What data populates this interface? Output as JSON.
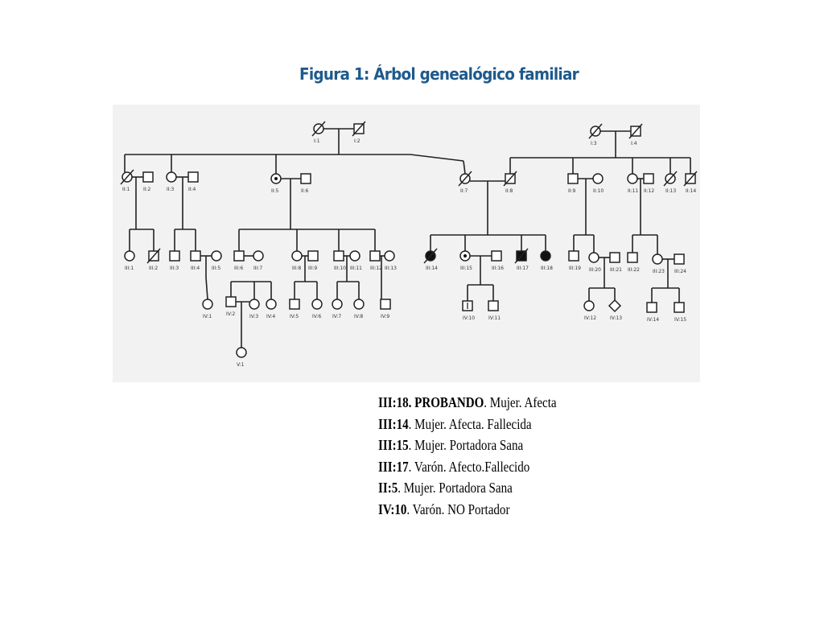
{
  "title": "Figura 1: Árbol genealógico familiar",
  "colors": {
    "title": "#1e5a8c",
    "lines": "#222222",
    "panel": "#f2f2f2"
  },
  "pedigree": {
    "labels": {
      "I1": "I:1",
      "I2": "I:2",
      "I3": "I:3",
      "I4": "I:4",
      "II1": "II:1",
      "II2": "II:2",
      "II3": "II:3",
      "II4": "II:4",
      "II5": "II:5",
      "II6": "II:6",
      "II7": "II:7",
      "II8": "II:8",
      "II9": "II:9",
      "II10": "II:10",
      "II11": "II:11",
      "II12": "II:12",
      "II13": "II:13",
      "II14": "II:14",
      "III1": "III:1",
      "III2": "III:2",
      "III3": "III:3",
      "III4": "III:4",
      "III5": "III:5",
      "III6": "III:6",
      "III7": "III:7",
      "III8": "III:8",
      "III9": "III:9",
      "III10": "III:10",
      "III11": "III:11",
      "III12": "III:12",
      "III13": "III:13",
      "III14": "III:14",
      "III15": "III:15",
      "III16": "III:16",
      "III17": "III:17",
      "III18": "III:18",
      "III19": "III:19",
      "III20": "III:20",
      "III21": "III:21",
      "III22": "III:22",
      "III23": "III:23",
      "III24": "III:24",
      "IV1": "IV:1",
      "IV2": "IV:2",
      "IV3": "IV:3",
      "IV4": "IV:4",
      "IV5": "IV:5",
      "IV6": "IV:6",
      "IV7": "IV:7",
      "IV8": "IV:8",
      "IV9": "IV:9",
      "IV10": "IV:10",
      "IV11": "IV:11",
      "IV12": "IV:12",
      "IV13": "IV:13",
      "IV14": "IV:14",
      "IV15": "IV:15",
      "V1": "V:1"
    }
  },
  "legend": [
    {
      "id": "III:18",
      "text": ". PROBANDO",
      "rest": ". Mujer. Afecta"
    },
    {
      "id": "III:14",
      "text": "",
      "rest": ". Mujer. Afecta. Fallecida"
    },
    {
      "id": "III:15",
      "text": "",
      "rest": ". Mujer. Portadora Sana"
    },
    {
      "id": "III:17",
      "text": "",
      "rest": ". Varón. Afecto.Fallecido"
    },
    {
      "id": "II:5",
      "text": "",
      "rest": ". Mujer. Portadora Sana"
    },
    {
      "id": "IV:10",
      "text": "",
      "rest": ". Varón. NO Portador"
    }
  ]
}
